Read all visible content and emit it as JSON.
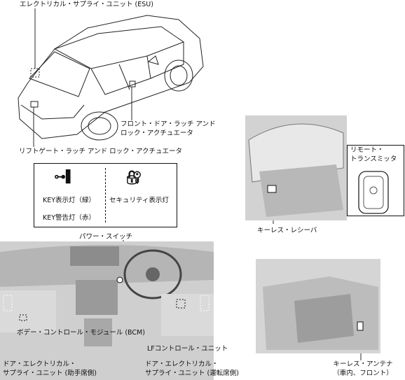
{
  "labels": {
    "esu": "エレクトリカル・サプライ・ユニット (ESU)",
    "front_door_latch_l1": "フロント・ドア・ラッチ アンド",
    "front_door_latch_l2": "ロック・アクチュエータ",
    "liftgate_latch": "リフトゲート・ラッチ アンド ロック・アクチュエータ",
    "remote_l1": "リモート・",
    "remote_l2": "トランスミッタ",
    "key_indicator": "KEY表示灯（緑）",
    "key_warning": "KEY警告灯（赤）",
    "security_indicator": "セキュリティ表示灯",
    "keyless_receiver": "キーレス・レシーバ",
    "power_switch": "パワー・スイッチ",
    "bcm": "ボデー・コントロール・モジュール (BCM)",
    "lf_control": "LFコントロール・ユニット",
    "door_esu_passenger_l1": "ドア・エレクトリカル・",
    "door_esu_passenger_l2": "サプライ・ユニット (助手席側)",
    "door_esu_driver_l1": "ドア・エレクトリカル・",
    "door_esu_driver_l2": "サプライ・ユニット (運転席側)",
    "keyless_antenna_l1": "キーレス・アンテナ",
    "keyless_antenna_l2": "（車内、フロント）"
  }
}
